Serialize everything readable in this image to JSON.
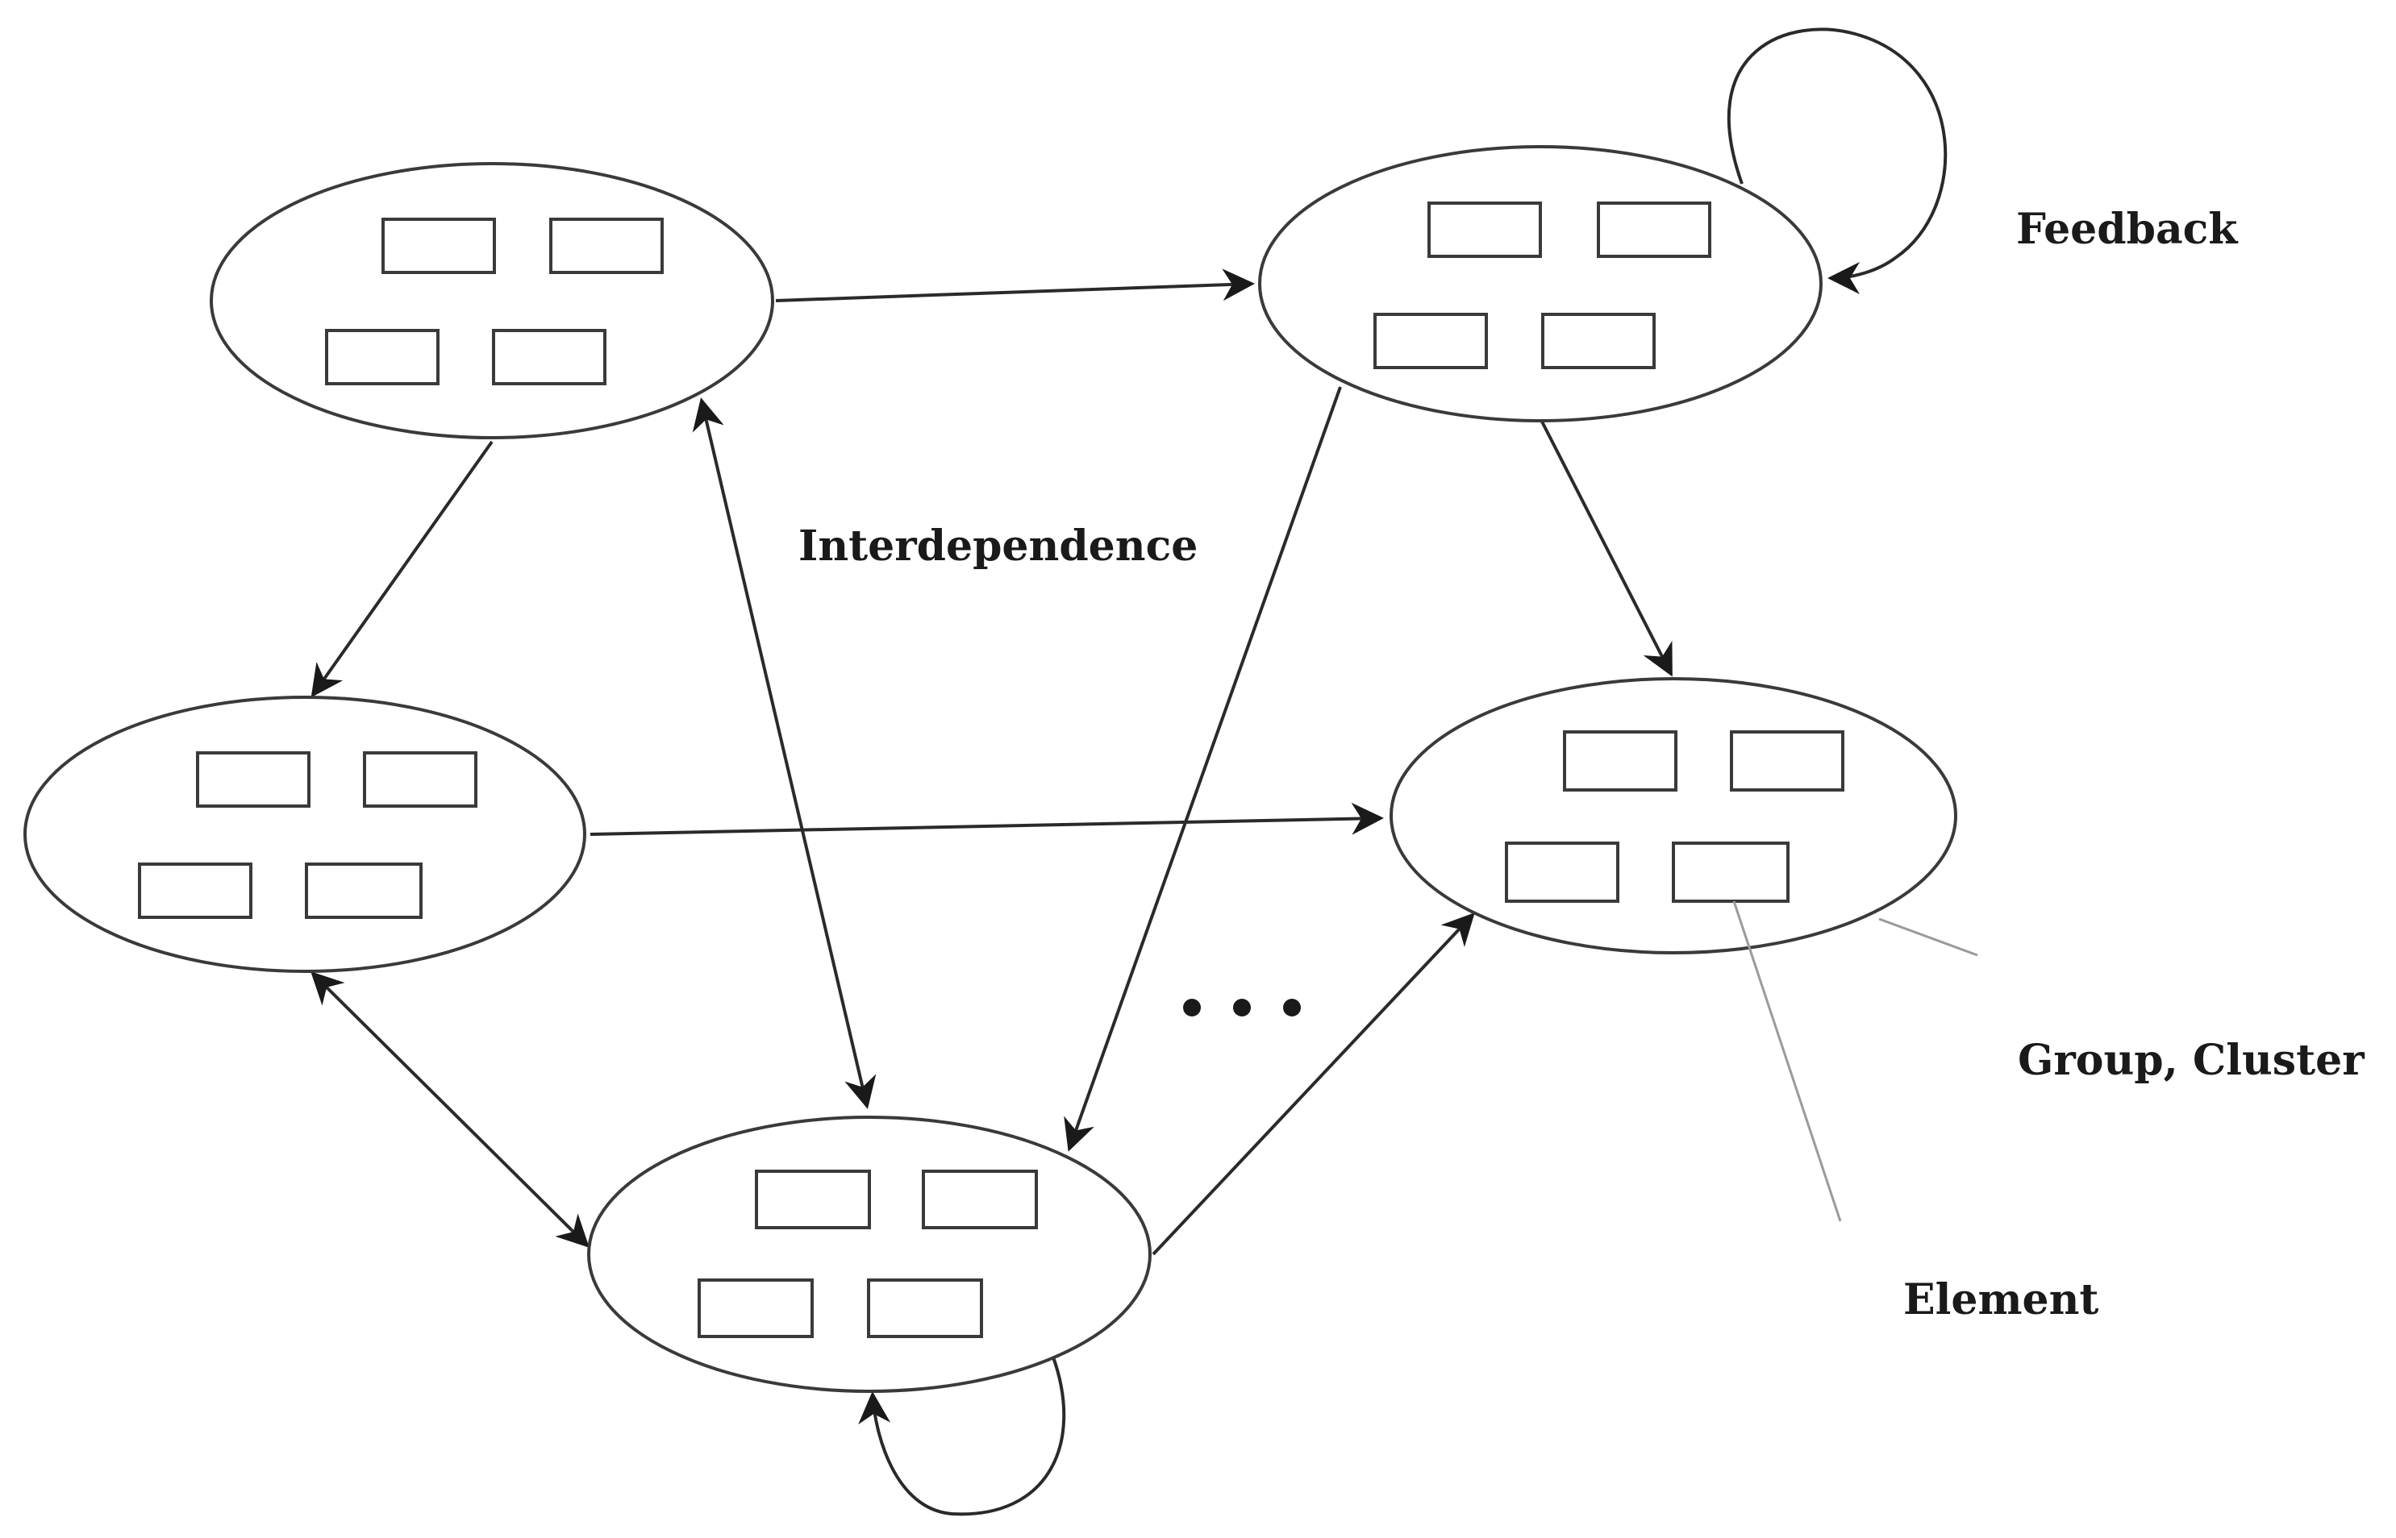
{
  "labels": {
    "feedback": "Feedback",
    "interdependence": "Interdependence",
    "group_cluster": "Group, Cluster",
    "element": "Element"
  },
  "colors": {
    "stroke": "#3a3a3a",
    "edge": "#2a2a2a",
    "leader": "#9a9a9a",
    "text": "#1a1a1a",
    "background": "#ffffff"
  }
}
